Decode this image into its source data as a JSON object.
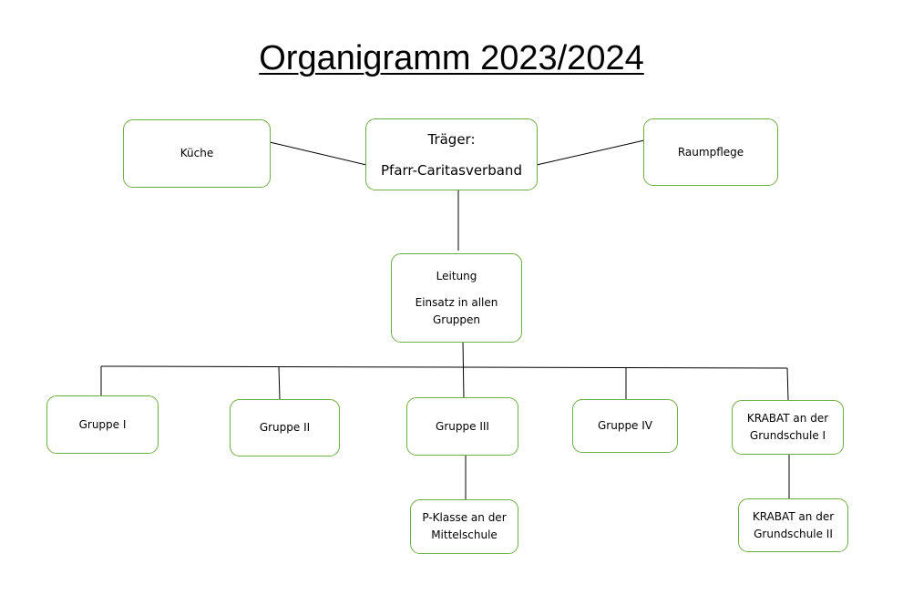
{
  "title": "Organigramm 2023/2024",
  "nodes": {
    "kueche": "Küche",
    "traeger_line1": "Träger:",
    "traeger_line2": "Pfarr-Caritasverband",
    "raumpflege": "Raumpflege",
    "leitung_line1": "Leitung",
    "leitung_line2": "Einsatz in allen",
    "leitung_line3": "Gruppen",
    "gruppe1": "Gruppe I",
    "gruppe2": "Gruppe II",
    "gruppe3": "Gruppe III",
    "gruppe4": "Gruppe IV",
    "krabat1_line1": "KRABAT an der",
    "krabat1_line2": "Grundschule I",
    "pklasse_line1": "P-Klasse an der",
    "pklasse_line2": "Mittelschule",
    "krabat2_line1": "KRABAT an der",
    "krabat2_line2": "Grundschule II"
  },
  "colors": {
    "box_border": "#70ad47",
    "connector": "#000000"
  }
}
